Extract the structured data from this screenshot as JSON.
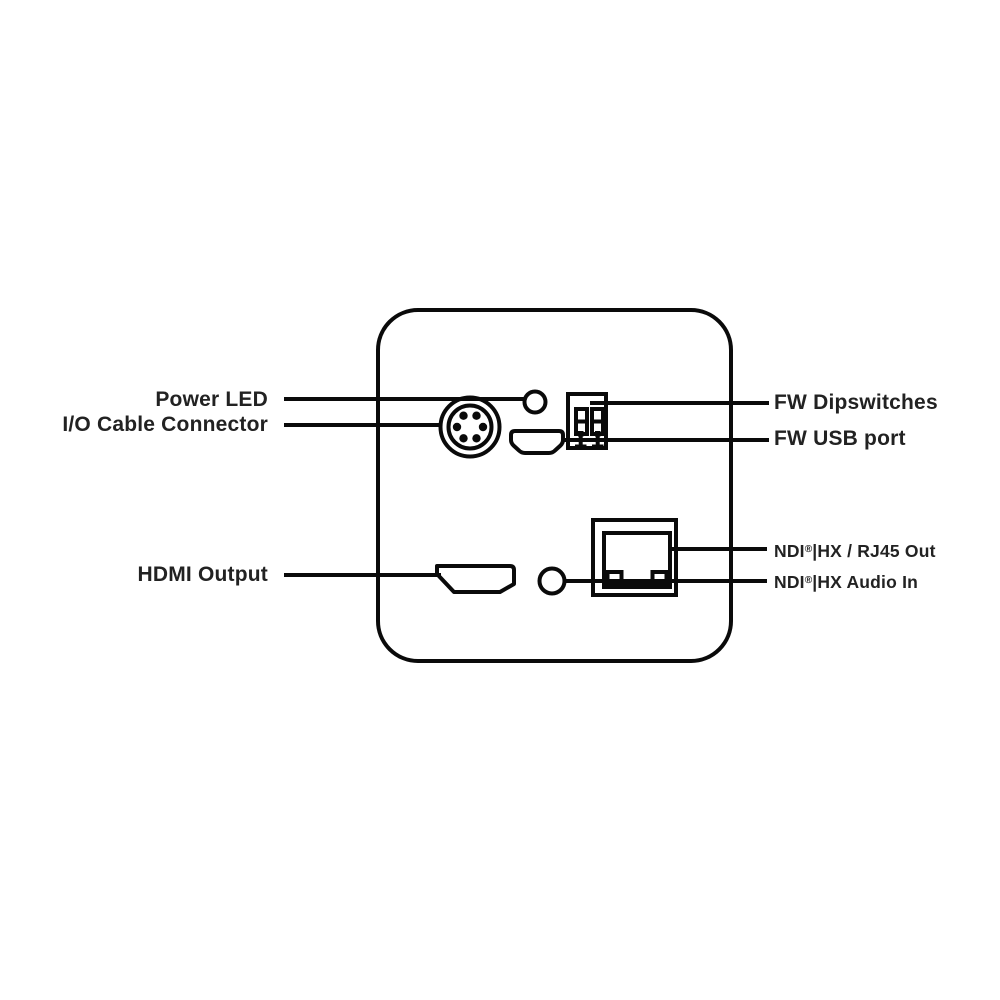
{
  "diagram": {
    "description": "Rear connector panel diagram of an NDI HX video converter device",
    "colors": {
      "background": "#ffffff",
      "line": "#0a0a0a",
      "text": "#222222"
    },
    "labels": {
      "power_led": "Power LED",
      "io_cable_connector": "I/O Cable Connector",
      "hdmi_output": "HDMI Output",
      "fw_dipswitches": "FW Dipswitches",
      "fw_usb_port": "FW USB port",
      "ndi_rj45_out": {
        "brand": "NDI",
        "reg": "®",
        "rest": "|HX / RJ45 Out"
      },
      "ndi_audio_in": {
        "brand": "NDI",
        "reg": "®",
        "rest": "|HX Audio In"
      }
    },
    "connector_icons": [
      "power-led-icon",
      "io-cable-connector-icon",
      "micro-usb-icon",
      "dipswitch-icon",
      "hdmi-icon",
      "audio-jack-icon",
      "rj45-icon"
    ]
  }
}
